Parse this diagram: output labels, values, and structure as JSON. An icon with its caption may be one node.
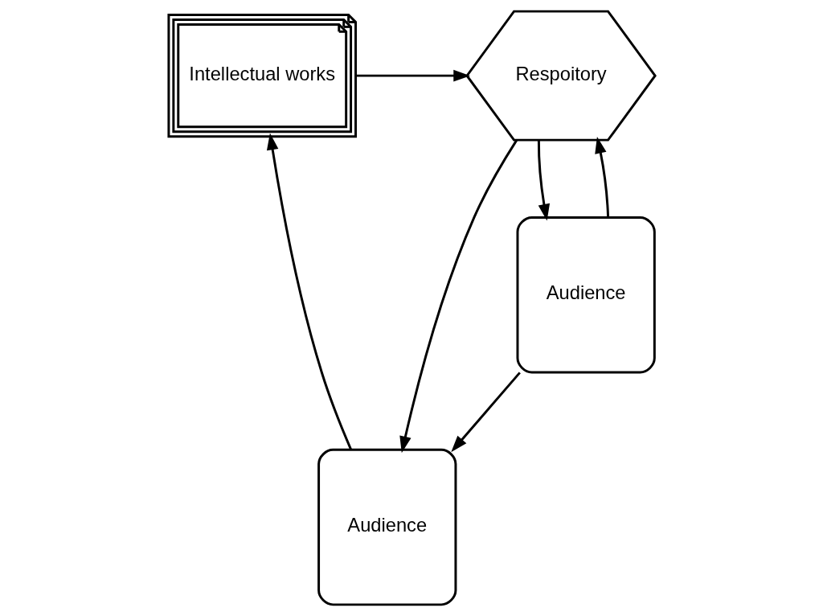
{
  "diagram": {
    "nodes": [
      {
        "text": [
          "Intellectual works"
        ]
      },
      {
        "text": [
          "Respoitory"
        ]
      },
      {
        "text": [
          "Audience"
        ]
      },
      {
        "text": [
          "Audience"
        ]
      }
    ],
    "edges": [
      {
        "from": 0,
        "to": 1,
        "arrow": "to"
      },
      {
        "from": 1,
        "to": 2,
        "arrow": "to"
      },
      {
        "from": 1,
        "to": 3,
        "arrow": "to"
      },
      {
        "from": 3,
        "to": 1,
        "arrow": "to"
      },
      {
        "from": 3,
        "to": 2,
        "arrow": "to"
      },
      {
        "from": 2,
        "to": 0,
        "arrow": "to"
      }
    ]
  }
}
